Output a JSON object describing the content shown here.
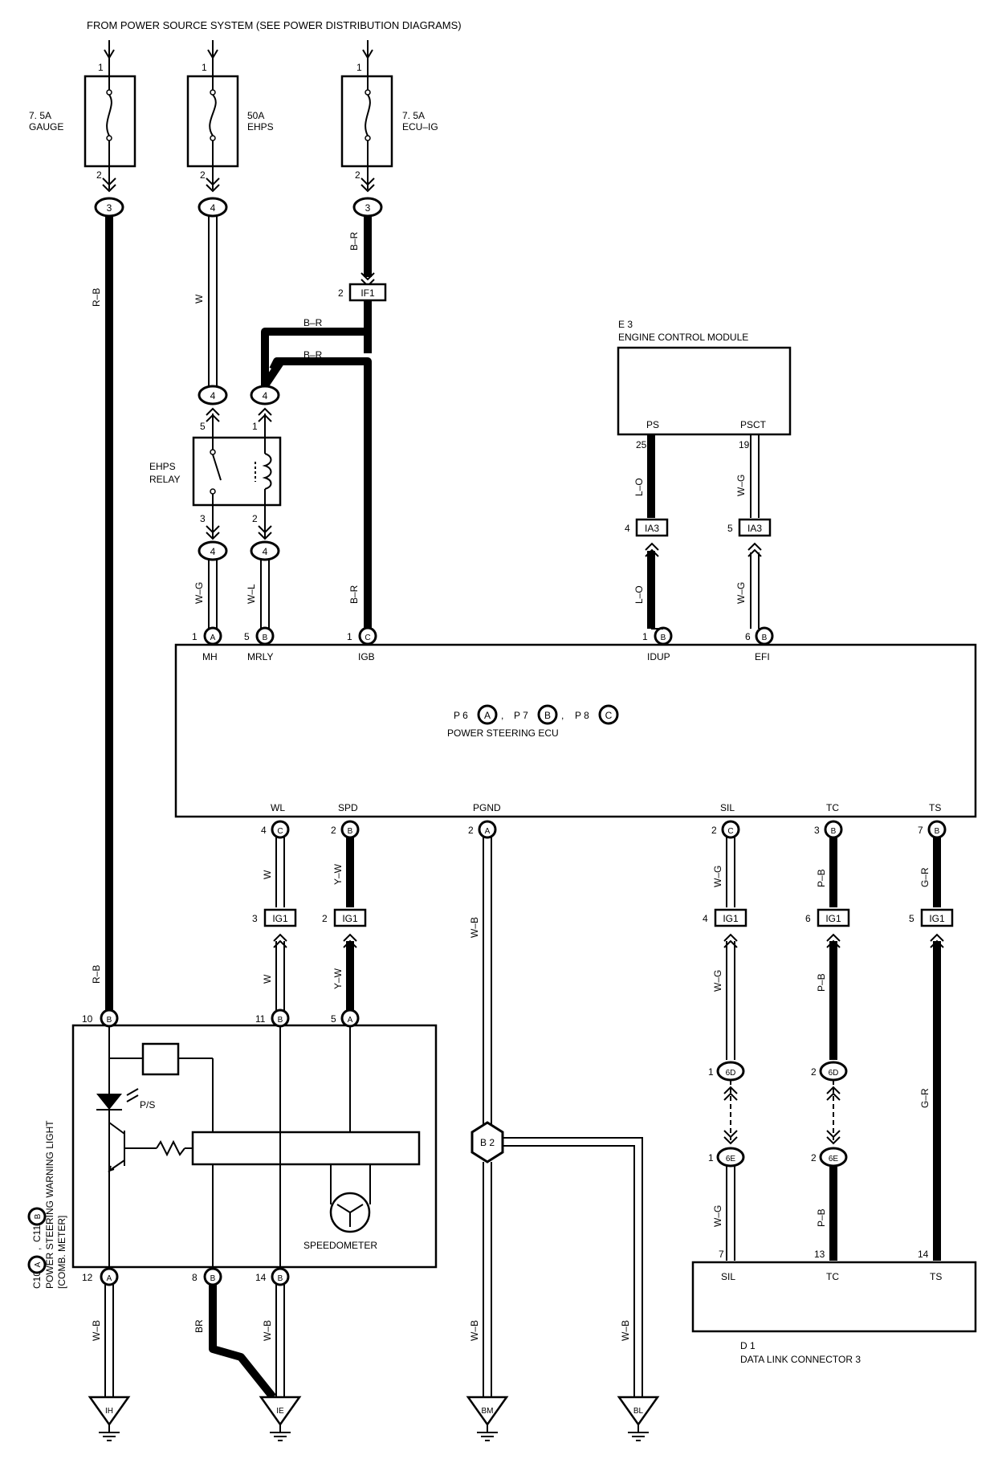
{
  "header": "FROM POWER SOURCE SYSTEM (SEE POWER DISTRIBUTION DIAGRAMS)",
  "fuses": [
    {
      "id": "gauge",
      "rating": "7. 5A",
      "name": "GAUGE",
      "pin_top": "1",
      "pin_bottom": "2",
      "connector": "3"
    },
    {
      "id": "ehps",
      "rating": "50A",
      "name": "EHPS",
      "pin_top": "1",
      "pin_bottom": "2",
      "connector": "4"
    },
    {
      "id": "ecu",
      "rating": "7. 5A",
      "name": "ECU–IG",
      "pin_top": "1",
      "pin_bottom": "2",
      "connector": "3"
    }
  ],
  "splice_if1": {
    "pin": "2",
    "label": "IF1"
  },
  "wire_colors": {
    "rb": "R–B",
    "w": "W",
    "br": "B–R",
    "wg": "W–G",
    "wl": "W–L",
    "lo": "L–O",
    "yw": "Y–W",
    "wb": "W–B",
    "pb": "P–B",
    "gr": "G–R",
    "brshort": "BR"
  },
  "ehps_relay": {
    "label_line1": "EHPS",
    "label_line2": "RELAY",
    "pin5": "5",
    "pin1": "1",
    "pin3": "3",
    "pin2": "2",
    "connector": "4"
  },
  "ecm": {
    "title_line1": "E 3",
    "title_line2": "ENGINE CONTROL MODULE",
    "ps": "PS",
    "psct": "PSCT",
    "pin_ps": "25",
    "pin_psct": "19"
  },
  "ia3": {
    "label": "IA3",
    "pin_a": "4",
    "pin_b": "5"
  },
  "ecu": {
    "title_p6": "P 6",
    "title_p7": "P 7",
    "title_p8": "P 8",
    "sep": ",",
    "name": "POWER STEERING ECU",
    "top_pins": [
      {
        "pin": "1",
        "conn": "A",
        "label": "MH"
      },
      {
        "pin": "5",
        "conn": "B",
        "label": "MRLY"
      },
      {
        "pin": "1",
        "conn": "C",
        "label": "IGB"
      },
      {
        "pin": "1",
        "conn": "B",
        "label": "IDUP"
      },
      {
        "pin": "6",
        "conn": "B",
        "label": "EFI"
      }
    ],
    "bottom_pins": [
      {
        "pin": "4",
        "conn": "C",
        "label": "WL"
      },
      {
        "pin": "2",
        "conn": "B",
        "label": "SPD"
      },
      {
        "pin": "2",
        "conn": "A",
        "label": "PGND"
      },
      {
        "pin": "2",
        "conn": "C",
        "label": "SIL"
      },
      {
        "pin": "3",
        "conn": "B",
        "label": "TC"
      },
      {
        "pin": "7",
        "conn": "B",
        "label": "TS"
      }
    ]
  },
  "ig1": {
    "label": "IG1",
    "pins": [
      "3",
      "2",
      "4",
      "6",
      "5"
    ]
  },
  "meter": {
    "title_line1": "C10",
    "title_c11": "C11",
    "title_line2": "POWER STEERING WARNING LIGHT",
    "title_line3": "[COMB. METER]",
    "ps": "P/S",
    "speedometer": "SPEEDOMETER",
    "pin_top": [
      {
        "pin": "10",
        "conn": "B"
      },
      {
        "pin": "11",
        "conn": "B"
      },
      {
        "pin": "5",
        "conn": "A"
      }
    ],
    "pin_bottom": [
      {
        "pin": "12",
        "conn": "A"
      },
      {
        "pin": "8",
        "conn": "B"
      },
      {
        "pin": "14",
        "conn": "B"
      }
    ]
  },
  "splice_b2": "B 2",
  "connectors_6": {
    "d": "6D",
    "e": "6E",
    "pin_sil": "1",
    "pin_tc": "2"
  },
  "dlc": {
    "title_line1": "D 1",
    "title_line2": "DATA LINK CONNECTOR 3",
    "sil": "SIL",
    "tc": "TC",
    "ts": "TS",
    "pin_sil": "7",
    "pin_tc": "13",
    "pin_ts": "14"
  },
  "grounds": [
    "IH",
    "IE",
    "BM",
    "BL"
  ],
  "connector_letters": {
    "a": "A",
    "b": "B",
    "c": "C"
  }
}
